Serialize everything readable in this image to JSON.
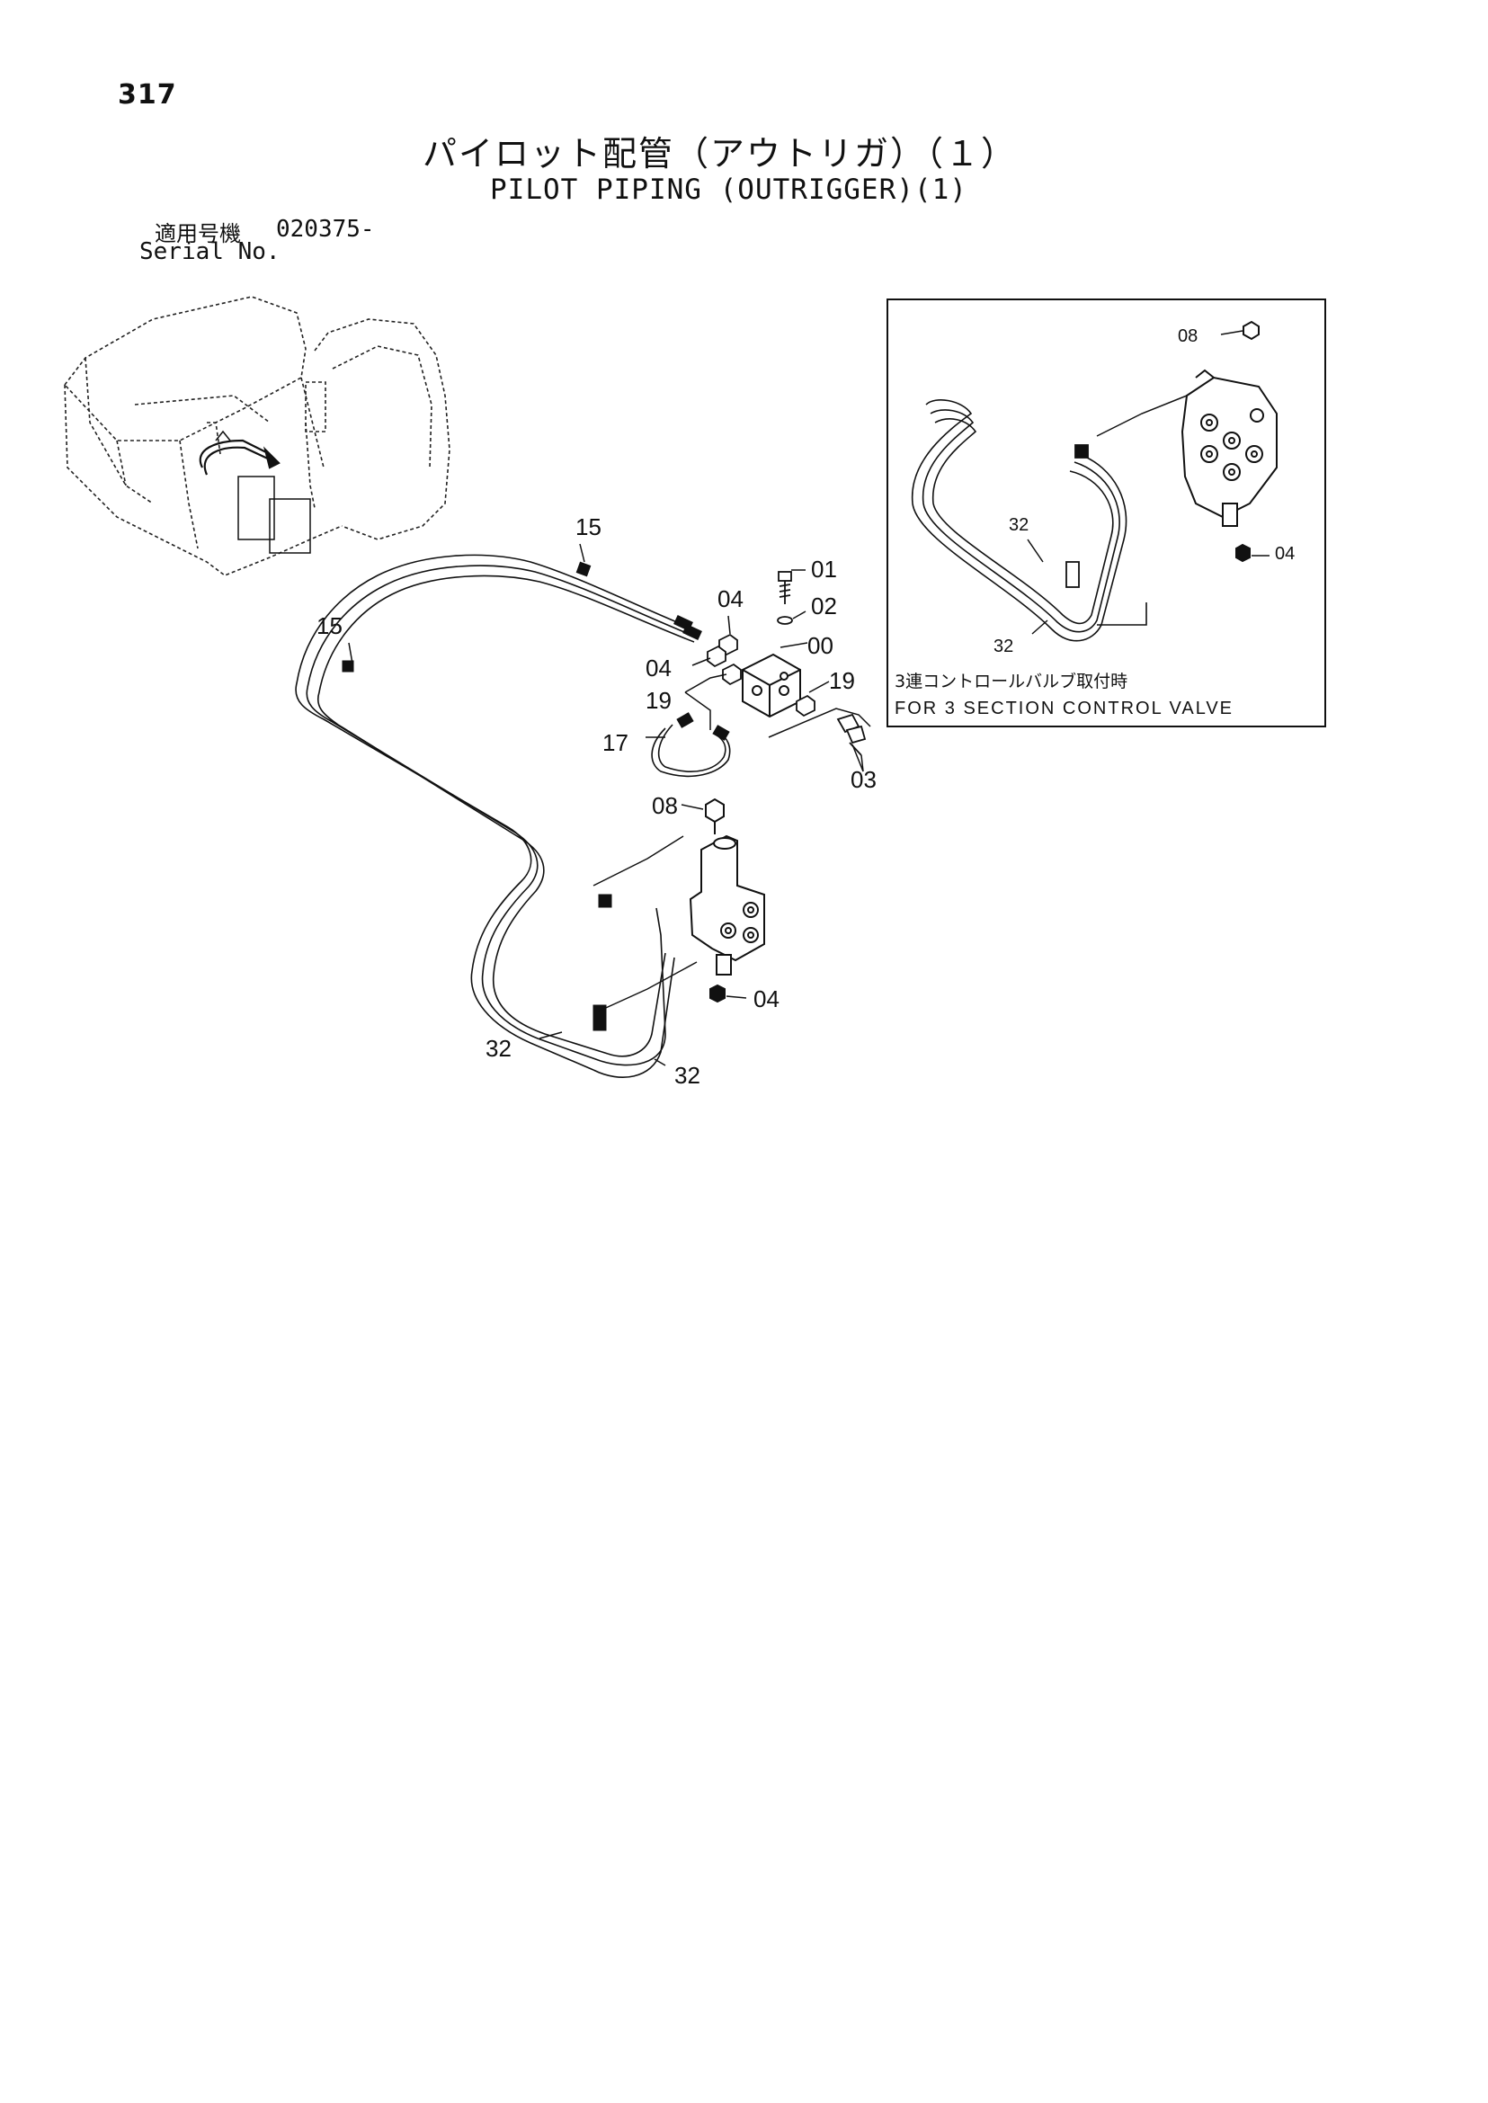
{
  "page": {
    "number": "317",
    "title_jp": "パイロット配管（アウトリガ）（１）",
    "title_en": "PILOT PIPING (OUTRIGGER)(1)",
    "serial_label_jp": "適用号機",
    "serial_value": "020375-",
    "serial_label_en": "Serial No."
  },
  "diagram": {
    "part_labels": {
      "p15_top": "15",
      "p15_left": "15",
      "p01": "01",
      "p02": "02",
      "p00": "00",
      "p04_a": "04",
      "p04_b": "04",
      "p19_a": "19",
      "p19_b": "19",
      "p17": "17",
      "p03": "03",
      "p08": "08",
      "p04_c": "04",
      "p32_a": "32",
      "p32_b": "32"
    },
    "inset": {
      "labels": {
        "p08": "08",
        "p04": "04",
        "p32_a": "32",
        "p32_b": "32"
      },
      "caption_jp": "3連コントロールバルブ取付時",
      "caption_en": "FOR 3 SECTION CONTROL VALVE"
    }
  }
}
